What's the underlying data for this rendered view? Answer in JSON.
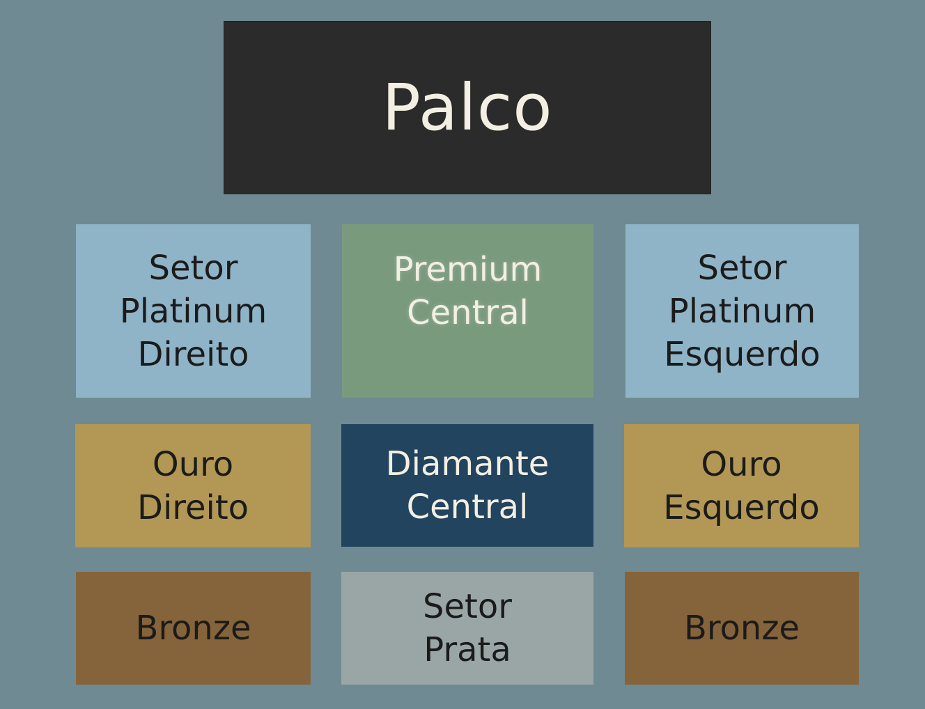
{
  "stage": {
    "label": "Palco"
  },
  "sectors": {
    "platinum_direito": "Setor\nPlatinum\nDireito",
    "premium_central": "Premium\nCentral",
    "platinum_esquerdo": "Setor\nPlatinum\nEsquerdo",
    "ouro_direito": "Ouro\nDireito",
    "diamante_central": "Diamante\nCentral",
    "ouro_esquerdo": "Ouro\nEsquerdo",
    "bronze_direito": "Bronze",
    "setor_prata": "Setor\nPrata",
    "bronze_esquerdo": "Bronze"
  },
  "colors": {
    "background": "#6f8a92",
    "stage": "#2b2b2b",
    "platinum": "#8fb4c8",
    "premium": "#7a9a7d",
    "ouro": "#b39754",
    "diamante": "#22445f",
    "bronze": "#86643b",
    "prata": "#9aa6a6"
  }
}
